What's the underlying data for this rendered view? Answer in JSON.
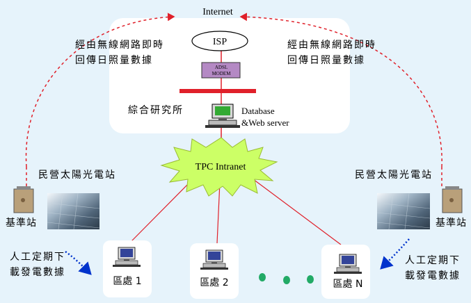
{
  "internet": "Internet",
  "isp": "ISP",
  "modem": [
    "ADSL",
    "MODEM"
  ],
  "institute": "綜合研究所",
  "server": [
    "Database",
    "&Web server"
  ],
  "intranet": "TPC Intranet",
  "left_note": [
    "經由無線網路即時",
    "回傳日照量數據"
  ],
  "right_note": [
    "經由無線網路即時",
    "回傳日照量數據"
  ],
  "left_station": "民營太陽光電站",
  "right_station": "民營太陽光電站",
  "left_ref": "基準站",
  "right_ref": "基準站",
  "left_manual": [
    "人工定期下",
    "載發電數據"
  ],
  "right_manual": [
    "人工定期下",
    "載發電數據"
  ],
  "offices": [
    "區處 1",
    "區處 2",
    "區處 N"
  ],
  "colors": {
    "background": "#e6f3fb",
    "line": "#e0202a",
    "modem": "#b489c4",
    "cloud": "#ccff66",
    "arrow": "#0033cc",
    "dots": "#22aa66"
  }
}
